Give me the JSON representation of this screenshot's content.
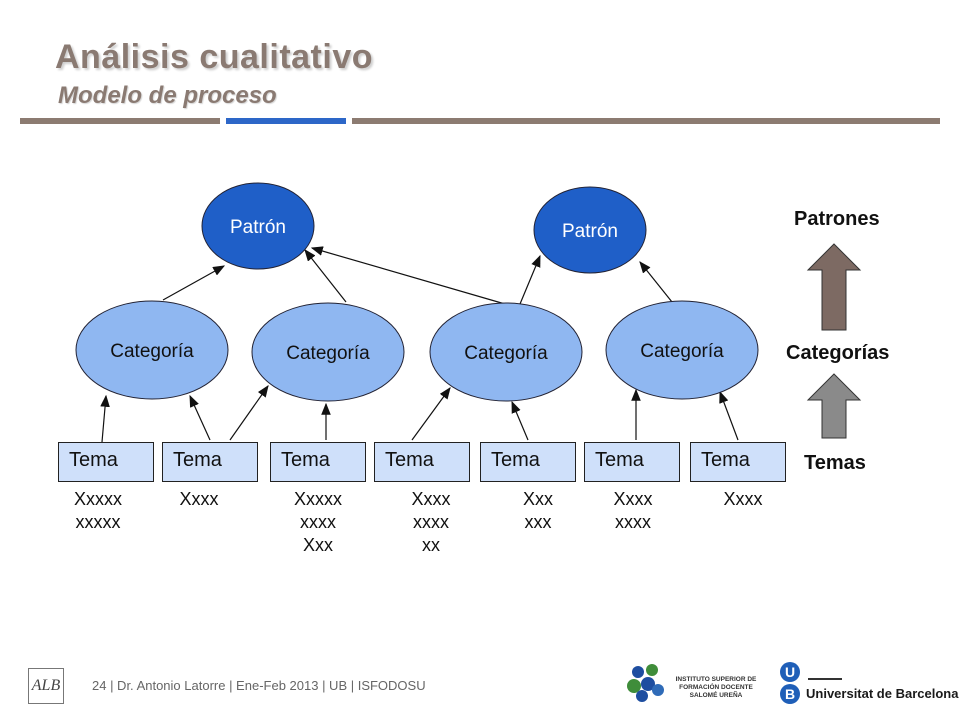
{
  "slide": {
    "title": "Análisis cualitativo",
    "subtitle": "Modelo  de proceso"
  },
  "diagram": {
    "patterns": [
      {
        "label": "Patrón"
      },
      {
        "label": "Patrón"
      }
    ],
    "categories": [
      {
        "label": "Categoría"
      },
      {
        "label": "Categoría"
      },
      {
        "label": "Categoría"
      },
      {
        "label": "Categoría"
      }
    ],
    "themes": [
      {
        "label": "Tema",
        "sub": "Xxxxx\nxxxxx"
      },
      {
        "label": "Tema",
        "sub": "Xxxx"
      },
      {
        "label": "Tema",
        "sub": "Xxxxx\nxxxx\nXxx"
      },
      {
        "label": "Tema",
        "sub": "Xxxx\nxxxx\nxx"
      },
      {
        "label": "Tema",
        "sub": "Xxx\nxxx"
      },
      {
        "label": "Tema",
        "sub": "Xxxx\nxxxx"
      },
      {
        "label": "Tema",
        "sub": "Xxxx"
      }
    ],
    "side_labels": {
      "patrones": "Patrones",
      "categorias": "Categorías",
      "temas": "Temas"
    },
    "colors": {
      "pattern_fill": "#1f5fc8",
      "category_fill": "#8fb7f1",
      "theme_fill": "#cfe0fa",
      "arrow_top": "#7d6a63",
      "arrow_bottom": "#8a8a8a"
    }
  },
  "footer": {
    "text": "24 | Dr. Antonio Latorre  | Ene-Feb 2013  |  UB  |  ISFODOSU",
    "logo_alb": "ALB",
    "institute_text": "INSTITUTO SUPERIOR DE FORMACIÓN DOCENTE SALOMÉ UREÑA",
    "ub_name": "Universitat de Barcelona",
    "ub_u": "U",
    "ub_b": "B"
  }
}
